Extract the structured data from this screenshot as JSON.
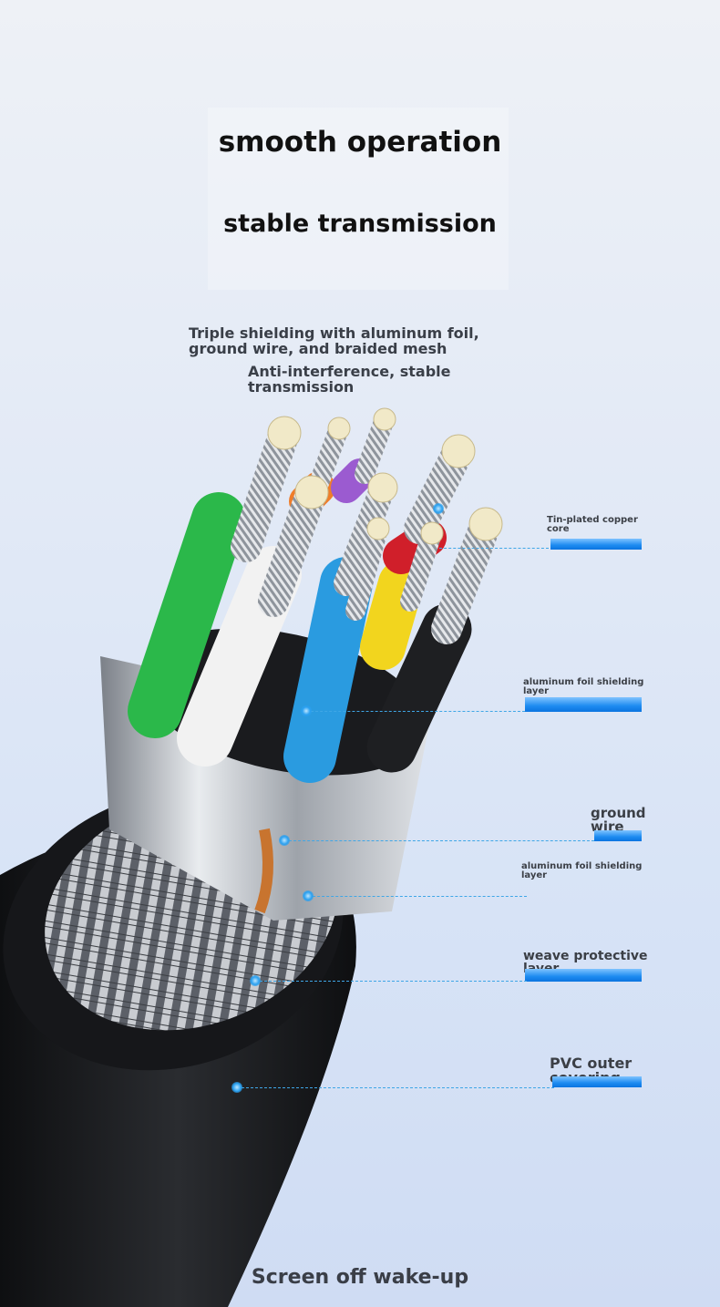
{
  "headline": {
    "line1": "smooth operation",
    "line2": "stable transmission"
  },
  "subheadings": {
    "shielding": "Triple shielding with aluminum foil,\n ground wire, and braided mesh",
    "anti_interference": "Anti-interference, stable\n transmission"
  },
  "callouts": [
    {
      "label": "Tin-plated copper\n core"
    },
    {
      "label": "aluminum foil shielding\n layer"
    },
    {
      "label": "ground\n wire"
    },
    {
      "label": "aluminum foil shielding\n layer"
    },
    {
      "label": "weave protective\n layer"
    },
    {
      "label": "PVC outer\n covering"
    }
  ],
  "footer": {
    "text": "Screen off wake-up"
  },
  "colors": {
    "accent_blue": "#1d8bf0",
    "wire_green": "#2bb84a",
    "wire_white": "#f2f2f2",
    "wire_blue": "#2a9be0",
    "wire_yellow": "#f2d51e",
    "wire_black": "#1e1f22",
    "wire_red": "#d01f2a",
    "wire_orange": "#ef7d2a",
    "wire_purple": "#9b5bd0",
    "jacket": "#1a1b1e"
  }
}
